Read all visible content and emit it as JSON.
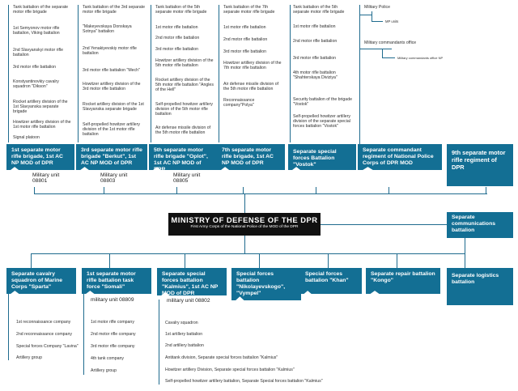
{
  "top_columns": [
    {
      "items": [
        "Tank battalion of the separate motor rifle brigade",
        "1st Semyonov motor rifle battalion, Viking battalion",
        "2nd Slavyanskyi motor rifle battalion",
        "3rd motor rifle battalion",
        "Konstyantinovkiy cavalry squadron \"Dikson\"",
        "Rocket artillery division of the 1st Slavyanska separate brigade",
        "Howitzer artillery division of the 1st motor rifle battalion",
        "Signal platoon"
      ],
      "box": "1st separate motor rifle brigade, 1st AC NP MOD of DPR",
      "unit": "Military unit 08801"
    },
    {
      "items": [
        "Tank battalion of the 3rd separate motor rifle brigade",
        "\"Makeyevskaya Donskaya Sotnya\" battalion",
        "2nd Yenakiyevskiy motor rifle battalion",
        "3rd motor rifle battalion \"Mech\"",
        "Howitzer artillery division of the 3rd motor rifle battalion",
        "Rocket artillery division of the 1st Slavyanska separate brigade",
        "Self-propelled howitzer artillery division of the 1st motor rifle battalion"
      ],
      "box": "3rd separate motor rifle brigade \"Berkut\", 1st AC NP MOD of DPR",
      "unit": "Military unit 08803"
    },
    {
      "items": [
        "Tank battalion of the 5th separate motor rifle brigade",
        "1st motor rifle battalion",
        "2nd motor rifle battalion",
        "3rd motor rifle battalion",
        "Howitzer artillery division of the 5th motor rifle battalion",
        "Rocket artillery division of the 5th motor rifle battalion \"Angles of the Hell\"",
        "Self-propelled howitzer artillery division of the 5th motor rifle battalion",
        "Air defense missile division of the 5th motor rifle battalion"
      ],
      "box": "5th separate motor rifle brigade \"Oplot\", 1st AC NP MOD of DPR",
      "unit": "Military unit 08805"
    },
    {
      "items": [
        "Tank battalion of the 7th separate motor rifle brigade",
        "1st motor rifle battalion",
        "2nd motor rifle battalion",
        "3rd motor rifle battalion",
        "Howitzer artillery division of the 7th motor rifle battalion",
        "Air defense missile division of the 5th motor rifle battalion",
        "Reconnaissance company\"Polya\""
      ],
      "box": "7th separate motor rifle brigade, 1st AC NP MOD of DPR",
      "unit": ""
    },
    {
      "items": [
        "Tank battalion of the 5th separate motor rifle brigade",
        "1st motor rifle battalion",
        "2nd motor rifle battalion",
        "3rd motor rifle battalion",
        "4th motor rifle battalion \"Shahterskaya Diviziya\"",
        "Security battalion of the brigade \"Vostok\"",
        "Self-propelled howitzer artillery division of the separate special forces battalion \"Vostok\""
      ],
      "box": "Separate special forces Battalion \"Vostok\"",
      "unit": ""
    },
    {
      "items": [],
      "box": "Separate commandant regiment of National Police Corps of DPR MOD",
      "unit": ""
    },
    {
      "items": [],
      "box": "9th separate motor rifle regiment of DPR",
      "unit": ""
    }
  ],
  "military_police": {
    "title": "Military Police",
    "sub": "MP units",
    "commandant": "Military commandants office",
    "commandant_sub": "Military commandants office NP"
  },
  "ministry": {
    "title": "MINISTRY OF DEFENSE OF THE DPR",
    "subtitle": "First Army Corps of the National Police of the MOD of the DPR"
  },
  "bottom_columns": [
    {
      "box": "Separate cavalry squadron of Marine Corps \"Sparta\"",
      "unit": "",
      "items": [
        "1st reconnaissance company",
        "2nd reconnaissance company",
        "Special forces Company \"Lavina\"",
        "Artillery group"
      ]
    },
    {
      "box": "1st separate motor rifle battalion task force \"Somali\"",
      "unit": "military unit 08809",
      "items": [
        "1st motor rifle company",
        "2nd motor rifle company",
        "3rd motor rifle company",
        "4th tank company",
        "Artillery group"
      ]
    },
    {
      "box": "Separate special forces battalion \"Kalmius\", 1st AC NP MOD of DPR",
      "unit": "military unit 08802",
      "items": [
        "Cavalry squadron",
        "1st artillery battalion",
        "2nd artillery battalion",
        "Antitank division, Separate special forces battalion \"Kalmius\"",
        "Howitzer artillery Division, Separate special forces battalion \"Kalmius\"",
        "Self-propelled howitzer artillery battalion, Separate Special forces battalion \"Kalmius\""
      ]
    },
    {
      "box": "Special forces battalion \"Nikolayevskogo\", \"Vympel\"",
      "unit": "",
      "items": []
    },
    {
      "box": "Special forces battalion \"Khan\"",
      "unit": "",
      "items": []
    },
    {
      "box": "Separate repair battalion \"Kongo\"",
      "unit": "",
      "items": []
    },
    {
      "box": "Separate logistics battalion",
      "unit": "",
      "items": []
    },
    {
      "box": "Separate communications battalion",
      "unit": "",
      "items": []
    }
  ]
}
